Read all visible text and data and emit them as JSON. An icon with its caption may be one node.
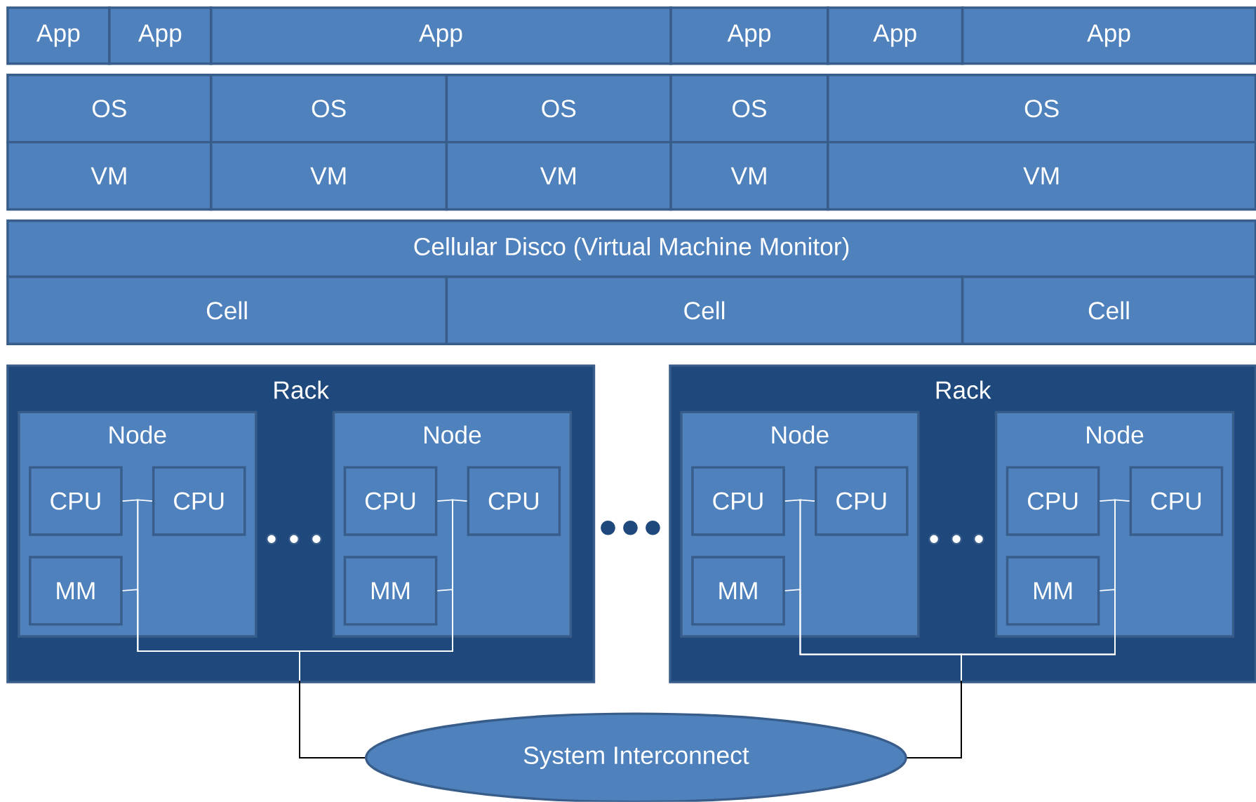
{
  "diagram": {
    "nodes": [
      {
        "text": [
          "App"
        ]
      },
      {
        "text": [
          "App"
        ]
      },
      {
        "text": [
          "App"
        ]
      },
      {
        "text": [
          "App"
        ]
      },
      {
        "text": [
          "App"
        ]
      },
      {
        "text": [
          "App"
        ]
      },
      {
        "text": [
          "OS"
        ]
      },
      {
        "text": [
          "OS"
        ]
      },
      {
        "text": [
          "OS"
        ]
      },
      {
        "text": [
          "OS"
        ]
      },
      {
        "text": [
          "OS"
        ]
      },
      {
        "text": [
          "VM"
        ]
      },
      {
        "text": [
          "VM"
        ]
      },
      {
        "text": [
          "VM"
        ]
      },
      {
        "text": [
          "VM"
        ]
      },
      {
        "text": [
          "VM"
        ]
      },
      {
        "text": [
          "Cellular Disco (Virtual Machine Monitor)"
        ]
      },
      {
        "text": [
          "Cell"
        ]
      },
      {
        "text": [
          "Cell"
        ]
      },
      {
        "text": [
          "Cell"
        ]
      },
      {
        "text": [
          "Rack"
        ]
      },
      {
        "text": [
          "Node"
        ],
        "in": 20
      },
      {
        "text": [
          "CPU"
        ],
        "in": 21
      },
      {
        "text": [
          "CPU"
        ],
        "in": 21
      },
      {
        "text": [
          "MM"
        ],
        "in": 21
      },
      {
        "text": [
          "Node"
        ],
        "in": 20
      },
      {
        "text": [
          "CPU"
        ],
        "in": 25
      },
      {
        "text": [
          "CPU"
        ],
        "in": 25
      },
      {
        "text": [
          "MM"
        ],
        "in": 25
      },
      {
        "text": [
          "Rack"
        ]
      },
      {
        "text": [
          "Node"
        ],
        "in": 29
      },
      {
        "text": [
          "CPU"
        ],
        "in": 30
      },
      {
        "text": [
          "CPU"
        ],
        "in": 30
      },
      {
        "text": [
          "MM"
        ],
        "in": 30
      },
      {
        "text": [
          "Node"
        ],
        "in": 29
      },
      {
        "text": [
          "CPU"
        ],
        "in": 34
      },
      {
        "text": [
          "CPU"
        ],
        "in": 34
      },
      {
        "text": [
          "MM"
        ],
        "in": 34
      },
      {
        "text": [
          "System Interconnect"
        ]
      }
    ],
    "edges": [
      {
        "from": 22,
        "to": 38,
        "arrow": "none"
      },
      {
        "from": 23,
        "to": 38,
        "arrow": "none"
      },
      {
        "from": 24,
        "to": 38,
        "arrow": "none"
      },
      {
        "from": 26,
        "to": 38,
        "arrow": "none"
      },
      {
        "from": 27,
        "to": 38,
        "arrow": "none"
      },
      {
        "from": 28,
        "to": 38,
        "arrow": "none"
      },
      {
        "from": 31,
        "to": 38,
        "arrow": "none"
      },
      {
        "from": 32,
        "to": 38,
        "arrow": "none"
      },
      {
        "from": 33,
        "to": 38,
        "arrow": "none"
      },
      {
        "from": 35,
        "to": 38,
        "arrow": "none"
      },
      {
        "from": 36,
        "to": 38,
        "arrow": "none"
      },
      {
        "from": 37,
        "to": 38,
        "arrow": "none"
      }
    ]
  }
}
